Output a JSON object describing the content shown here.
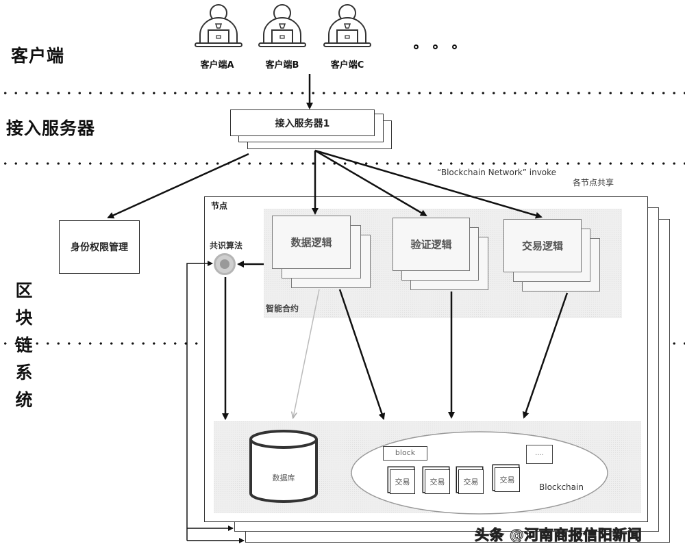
{
  "layers": {
    "client": "客户端",
    "access_server": "接入服务器",
    "blockchain_system": [
      "区",
      "块",
      "链",
      "系",
      "统"
    ]
  },
  "clients": [
    {
      "label": "客户端A",
      "icon": "user-laptop-icon"
    },
    {
      "label": "客户端B",
      "icon": "user-laptop-icon"
    },
    {
      "label": "客户端C",
      "icon": "user-laptop-icon"
    }
  ],
  "clients_more": "ellipsis-icon",
  "access_server": {
    "label": "接入服务器1"
  },
  "identity_management": {
    "label": "身份权限管理"
  },
  "invoke_label": "“Blockchain Network” invoke",
  "shared_label": "各节点共享",
  "node": {
    "label": "节点",
    "consensus": {
      "label": "共识算法",
      "icon": "sync-icon"
    },
    "smart_contract": {
      "label": "智能合约",
      "logics": [
        {
          "label": "数据逻辑"
        },
        {
          "label": "验证逻辑"
        },
        {
          "label": "交易逻辑"
        }
      ]
    },
    "storage": {
      "database": {
        "label": "数据库"
      },
      "blockchain": {
        "label": "Blockchain",
        "block_label": "block",
        "transactions": [
          "交易",
          "交易",
          "交易",
          "交易"
        ],
        "more_label": "...."
      }
    }
  },
  "watermark": "头条 @河南商报信阳新闻"
}
